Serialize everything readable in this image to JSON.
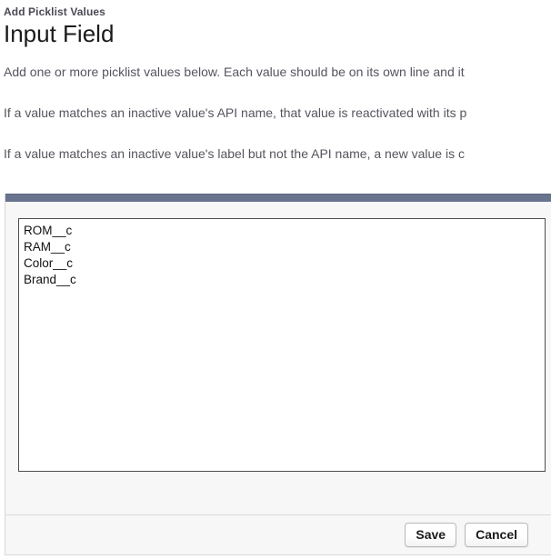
{
  "header": {
    "eyebrow": "Add Picklist Values",
    "title": "Input Field"
  },
  "instructions": {
    "line1": "Add one or more picklist values below. Each value should be on its own line and it",
    "line2": "If a value matches an inactive value's API name, that value is reactivated with its p",
    "line3": "If a value matches an inactive value's label but not the API name, a new value is c"
  },
  "form": {
    "values_textarea": {
      "value": "ROM__c\nRAM__c\nColor__c\nBrand__c",
      "placeholder": ""
    }
  },
  "footer": {
    "save_label": "Save",
    "cancel_label": "Cancel"
  },
  "colors": {
    "panel_accent": "#68748d",
    "panel_background": "#f7f7f8",
    "text_primary": "#1a1a1a",
    "text_secondary": "#55555f"
  }
}
